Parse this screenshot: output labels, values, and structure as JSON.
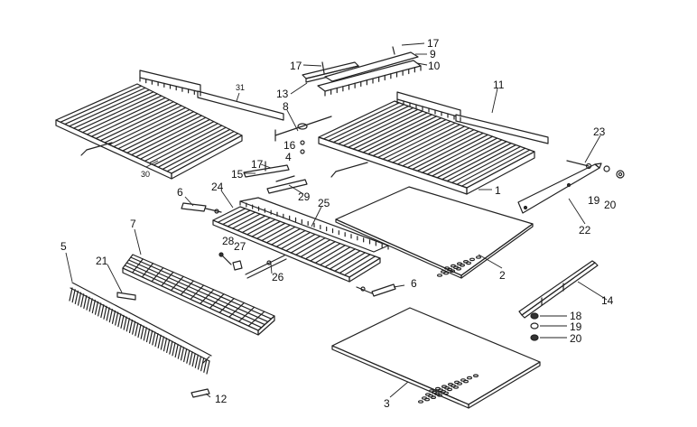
{
  "callouts": {
    "c1": "1",
    "c2": "2",
    "c3": "3",
    "c4": "4",
    "c5": "5",
    "c6a": "6",
    "c6b": "6",
    "c7": "7",
    "c8": "8",
    "c9": "9",
    "c10": "10",
    "c11": "11",
    "c12": "12",
    "c13": "13",
    "c14": "14",
    "c15": "15",
    "c16": "16",
    "c17a": "17",
    "c17b": "17",
    "c17c": "17",
    "c18": "18",
    "c19a": "19",
    "c19b": "19",
    "c20a": "20",
    "c20b": "20",
    "c21": "21",
    "c22": "22",
    "c23": "23",
    "c24": "24",
    "c25": "25",
    "c26": "26",
    "c27": "27",
    "c28": "28",
    "c29": "29",
    "c30": "30",
    "c31": "31"
  },
  "colors": {
    "line": "#222222",
    "background": "#ffffff"
  }
}
